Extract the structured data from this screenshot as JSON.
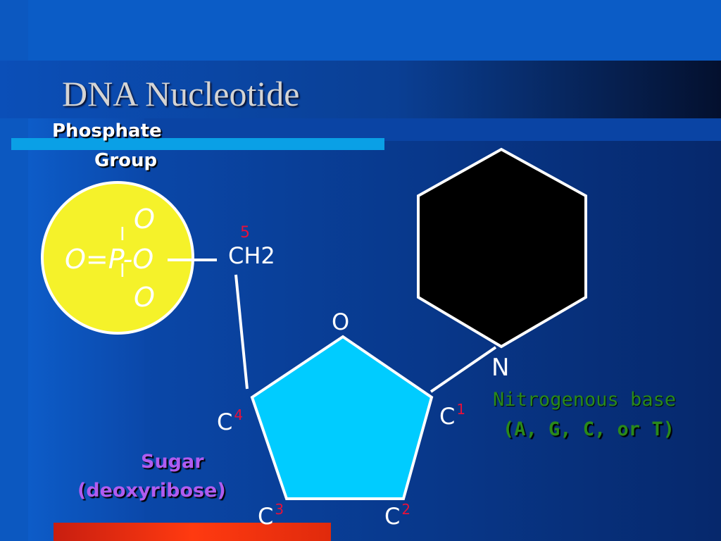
{
  "slide": {
    "title": "DNA Nucleotide"
  },
  "phosphate": {
    "label_line1": "Phosphate",
    "label_line2": "Group",
    "formula": "O=P-O",
    "oxygen_top": "O",
    "oxygen_bottom": "O",
    "bond_top": "I",
    "bond_bottom": "I"
  },
  "sugar": {
    "ch2": "CH2",
    "ch2_number": "5",
    "ring_oxygen": "O",
    "c1": "C",
    "c1_number": "1",
    "c2": "C",
    "c2_number": "2",
    "c3": "C",
    "c3_number": "3",
    "c4": "C",
    "c4_number": "4",
    "label_line1": "Sugar",
    "label_line2": "(deoxyribose)"
  },
  "base": {
    "nitrogen": "N",
    "label_line1": "Nitrogenous base",
    "label_line2": "(A, G, C, or T)"
  },
  "colors": {
    "background": "#0b3f9c",
    "phosphate_circle": "#f5f22a",
    "pentagon": "#00ccff",
    "hexagon": "#000000",
    "sugar_label": "#b05cf0",
    "base_label": "#2a8a1a",
    "accent_bar_blue": "#0aa0e6",
    "accent_bar_red": "#ff3a10",
    "number_red": "#e8103a"
  }
}
